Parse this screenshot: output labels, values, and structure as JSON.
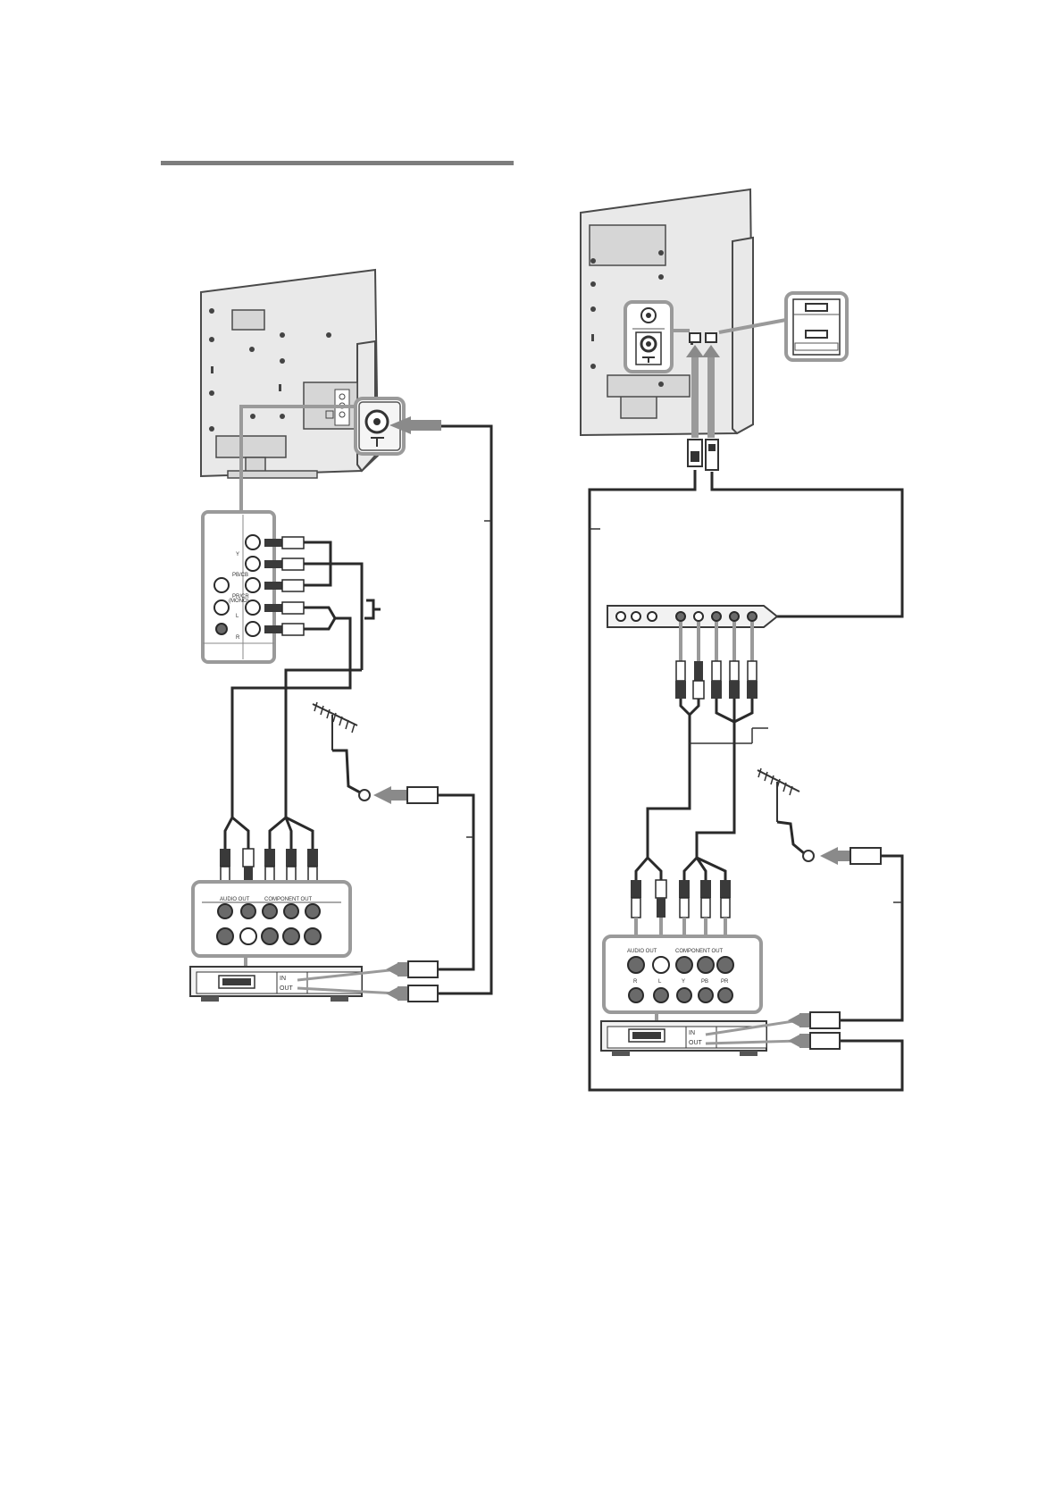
{
  "left_diagram": {
    "tv_panel_labels": [
      "Y",
      "PB/CB",
      "PR/CR",
      "L",
      "R",
      "(MONO)"
    ],
    "device_panel_labels": [
      "AUDIO OUT",
      "COMPONENT OUT"
    ],
    "vcr_labels": {
      "in": "IN",
      "out": "OUT"
    }
  },
  "right_diagram": {
    "device_panel_labels": [
      "AUDIO OUT",
      "COMPONENT OUT",
      "R",
      "L",
      "Y",
      "PB",
      "PR"
    ],
    "vcr_labels": {
      "in": "IN",
      "out": "OUT"
    }
  }
}
